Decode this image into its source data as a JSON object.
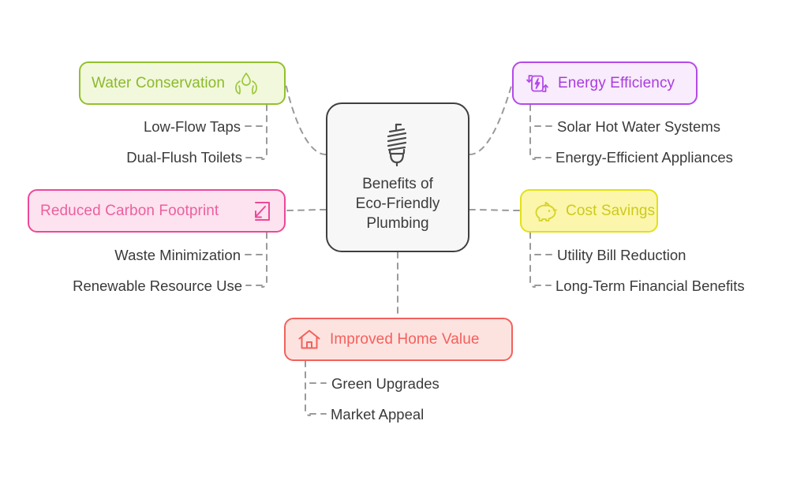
{
  "diagram": {
    "type": "mind-map",
    "title": "Benefits of Eco-Friendly Plumbing",
    "center": {
      "label": "Benefits of\nEco-Friendly\nPlumbing",
      "line1": "Benefits of",
      "line2": "Eco-Friendly",
      "line3": "Plumbing",
      "icon": "cfl-lightbulb-icon",
      "background": "#f7f7f7",
      "border": "#3f3f3f",
      "text_color": "#3c3c3c"
    },
    "branches": [
      {
        "id": "water",
        "label": "Water Conservation",
        "icon": "water-drop-in-hands-icon",
        "accent": "#8cba2b",
        "border": "#93c02d",
        "background": "#f2f8dc",
        "side": "left",
        "children": [
          "Low-Flow Taps",
          "Dual-Flush Toilets"
        ]
      },
      {
        "id": "energy",
        "label": "Energy Efficiency",
        "icon": "battery-recycle-icon",
        "accent": "#a93cdd",
        "border": "#b44ae8",
        "background": "#f9ecfd",
        "side": "right",
        "children": [
          "Solar Hot Water Systems",
          "Energy-Efficient Appliances"
        ]
      },
      {
        "id": "carbon",
        "label": "Reduced Carbon Footprint",
        "icon": "arrow-down-left-box-icon",
        "accent": "#ec5fa0",
        "border": "#ec4899",
        "background": "#fde3ef",
        "side": "left",
        "children": [
          "Waste Minimization",
          "Renewable Resource Use"
        ]
      },
      {
        "id": "cost",
        "label": "Cost Savings",
        "icon": "piggy-bank-icon",
        "accent": "#cfc91b",
        "border": "#e3e019",
        "background": "#fbf6ac",
        "side": "right",
        "children": [
          "Utility Bill Reduction",
          "Long-Term Financial Benefits"
        ]
      },
      {
        "id": "home",
        "label": "Improved Home Value",
        "icon": "house-icon",
        "accent": "#f4605c",
        "border": "#f2615c",
        "background": "#fde3e0",
        "side": "bottom",
        "children": [
          "Green Upgrades",
          "Market Appeal"
        ]
      }
    ],
    "sub_items": {
      "water_1": "Low-Flow Taps",
      "water_2": "Dual-Flush Toilets",
      "energy_1": "Solar Hot Water Systems",
      "energy_2": "Energy-Efficient Appliances",
      "carbon_1": "Waste Minimization",
      "carbon_2": "Renewable Resource Use",
      "cost_1": "Utility Bill Reduction",
      "cost_2": "Long-Term Financial Benefits",
      "home_1": "Green Upgrades",
      "home_2": "Market Appeal"
    },
    "connector": {
      "color": "#9a9a9a",
      "style": "dashed",
      "width": 2
    },
    "canvas_background": "#ffffff"
  }
}
